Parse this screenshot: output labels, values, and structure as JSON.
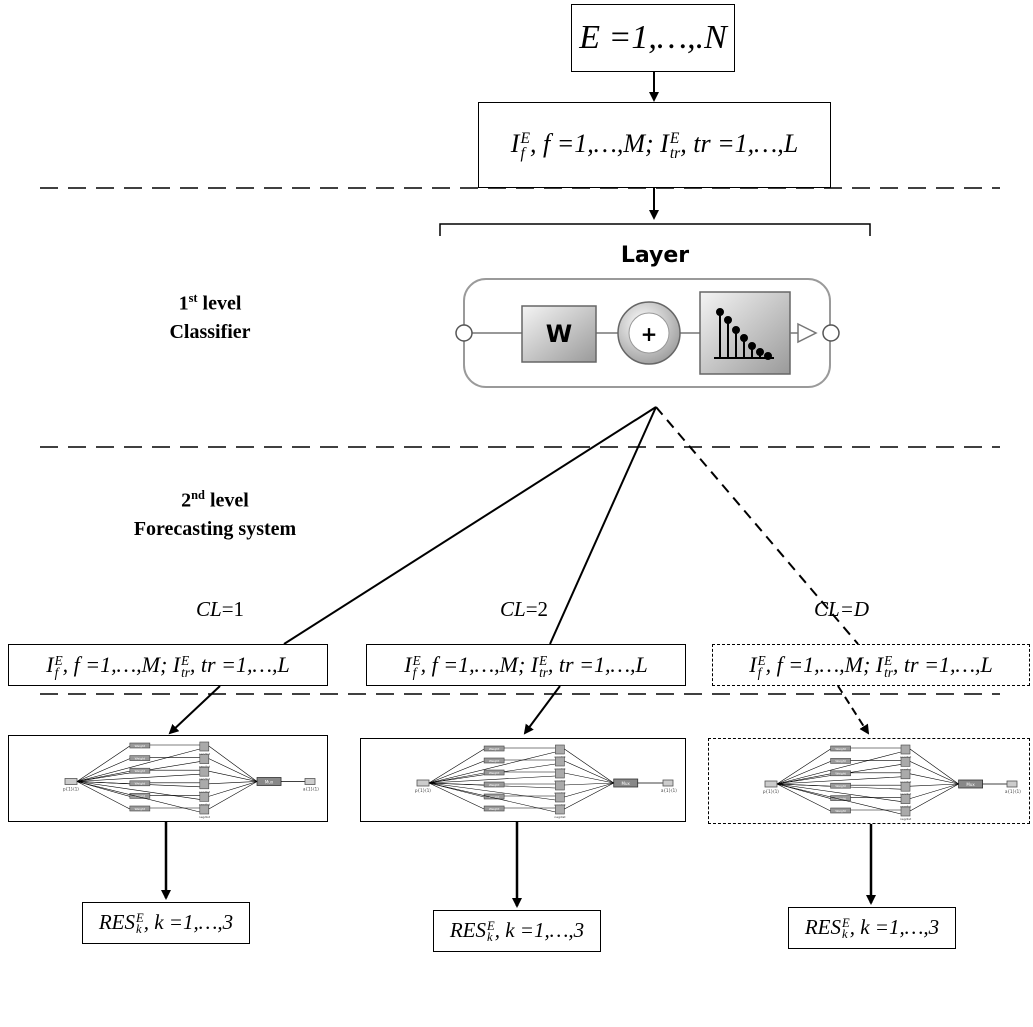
{
  "top_box": {
    "text": "E =1,…,.N"
  },
  "input_box": {
    "text": "I_f^E, f =1,…,M; I_tr^E, tr =1,…,L"
  },
  "level1": {
    "ordinal": "1",
    "sup": "st",
    "word": "level",
    "name": "Classifier"
  },
  "layer": {
    "title": "Layer",
    "w_label": "W",
    "sum_label": "+"
  },
  "level2": {
    "ordinal": "2",
    "sup": "nd",
    "word": "level",
    "name": "Forecasting system"
  },
  "clusters": [
    {
      "label_var": "CL",
      "label_eq": "=1",
      "input_text": "I_f^E, f =1,…,M; I_tr^E, tr =1,…,L",
      "res_text": "RES_k^E, k =1,…,3",
      "dashed": false
    },
    {
      "label_var": "CL",
      "label_eq": "=2",
      "input_text": "I_f^E, f =1,…,M; I_tr^E, tr =1,…,L",
      "res_text": "RES_k^E, k =1,…,3",
      "dashed": false
    },
    {
      "label_var": "CL",
      "label_eq": "=D",
      "input_text": "I_f^E, f =1,…,M; I_tr^E, tr =1,…,L",
      "res_text": "RES_k^E, k =1,…,3",
      "dashed": true
    }
  ],
  "network": {
    "input_label": "p{1}(1)",
    "weight_label": "Weight",
    "node_label": "negdist",
    "mux_label": "Mux",
    "output_label": "a{1}(1)"
  }
}
